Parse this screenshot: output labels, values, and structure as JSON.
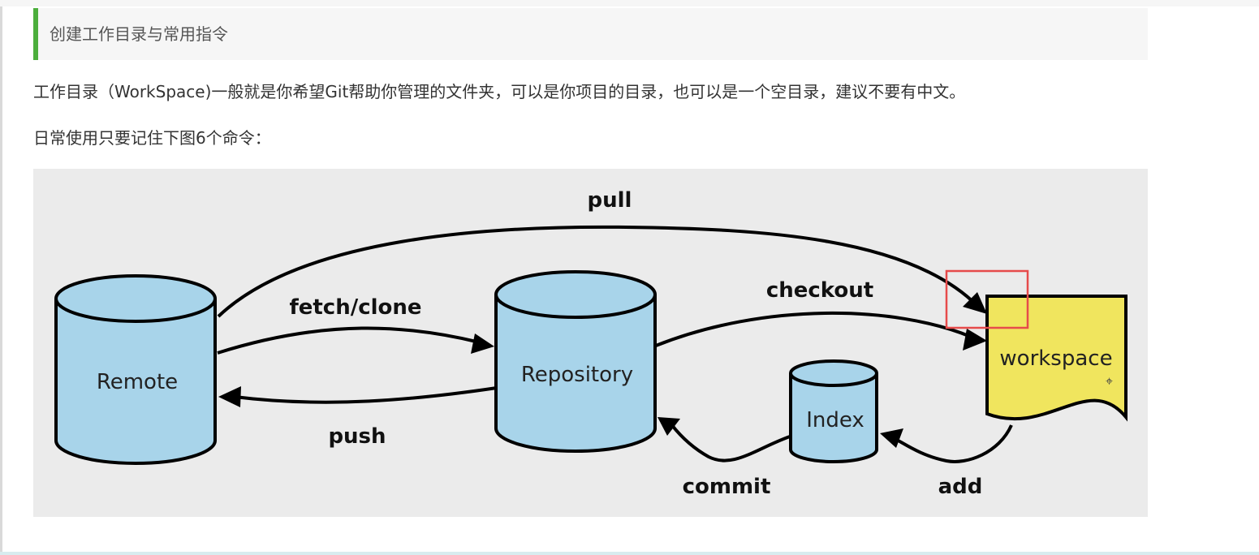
{
  "section": {
    "title": "创建工作目录与常用指令"
  },
  "content": {
    "paragraph_1": "工作目录（WorkSpace)一般就是你希望Git帮助你管理的文件夹，可以是你项目的目录，也可以是一个空目录，建议不要有中文。",
    "paragraph_2": "日常使用只要记住下图6个命令："
  },
  "diagram": {
    "nodes": {
      "remote": "Remote",
      "repository": "Repository",
      "index": "Index",
      "workspace": "workspace"
    },
    "commands": {
      "pull": "pull",
      "fetch_clone": "fetch/clone",
      "push": "push",
      "checkout": "checkout",
      "commit": "commit",
      "add": "add"
    },
    "colors": {
      "background": "#ebebeb",
      "cylinder_fill": "#a8d4ea",
      "workspace_fill": "#f0e55e",
      "stroke": "#000000",
      "highlight_box": "#e64b4b"
    }
  },
  "icons": {
    "cursor": "crosshair-cursor-icon"
  }
}
